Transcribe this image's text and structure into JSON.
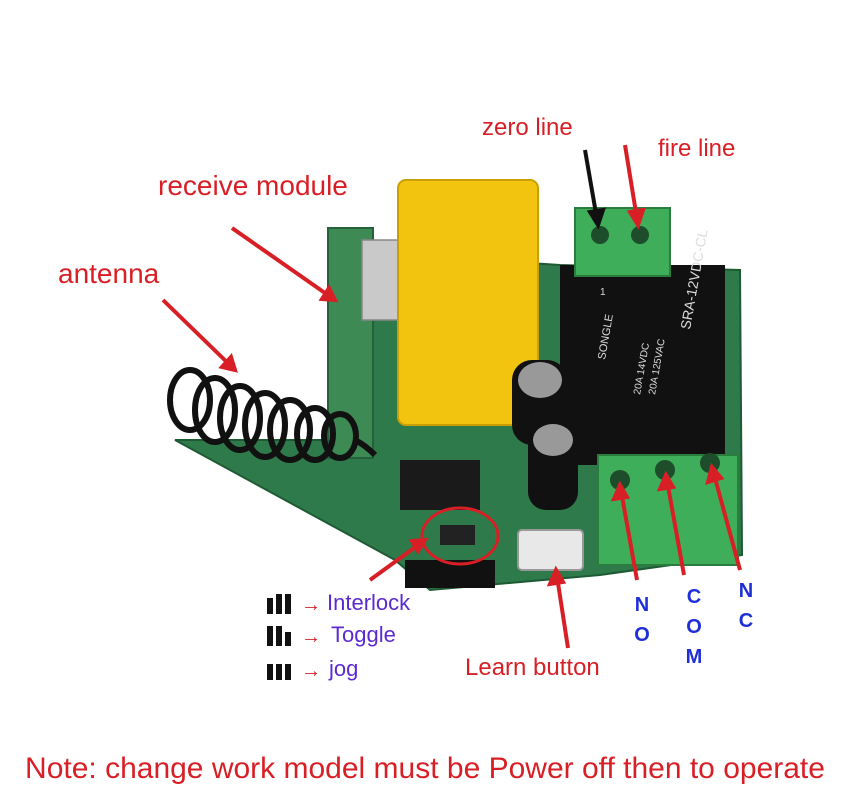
{
  "labels": {
    "zero_line": "zero line",
    "fire_line": "fire line",
    "receive_module": "receive module",
    "antenna": "antenna",
    "interlock": "Interlock",
    "toggle": "Toggle",
    "jog": "jog",
    "learn_button": "Learn button",
    "no_letters": [
      "N",
      "O"
    ],
    "com_letters": [
      "C",
      "O",
      "M"
    ],
    "nc_letters": [
      "N",
      "C"
    ],
    "arrow_glyph": "→"
  },
  "relay_marking": {
    "brand": "SONGLE",
    "model": "SRA-12VDC-CL",
    "rating_1": "20A 14VDC",
    "rating_2": "20A 125VAC",
    "pin": "1"
  },
  "note": "Note: change work model must be Power off then to operate",
  "colors": {
    "label_red": "#d81f26",
    "label_blue": "#1f2fd6",
    "pcb_green": "#2f7a4a",
    "terminal_green": "#3fae5a",
    "relay_black": "#111111",
    "capacitor_yellow": "#f2c40f"
  }
}
